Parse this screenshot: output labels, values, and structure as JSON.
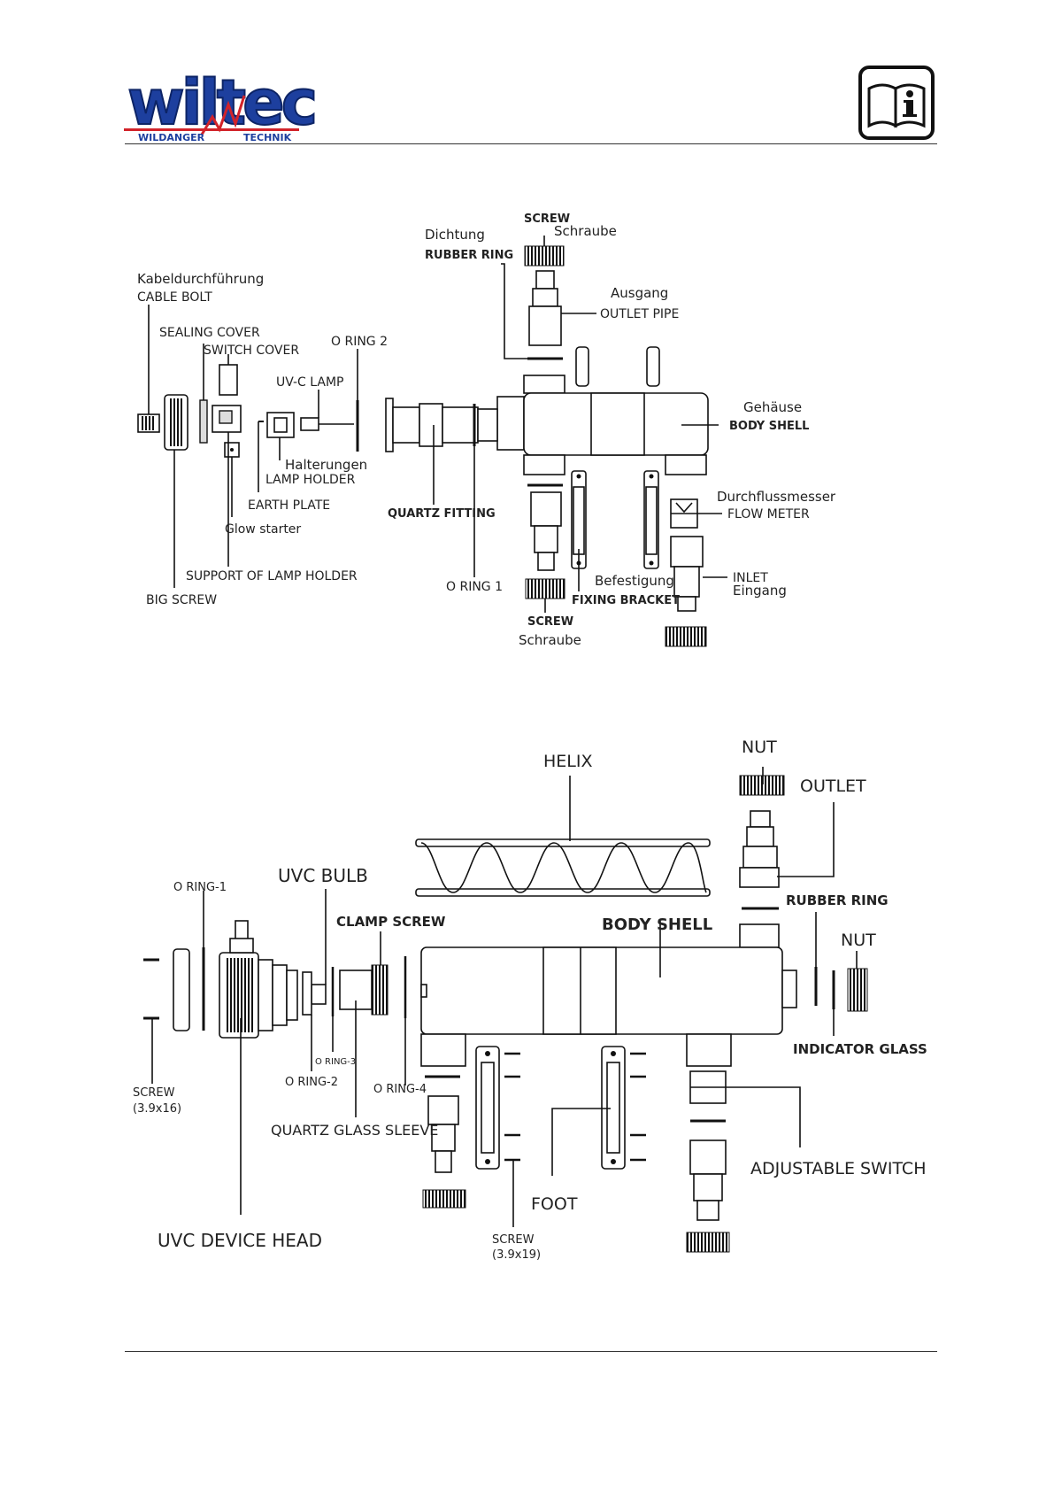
{
  "header": {
    "logo_text": "wiltec",
    "logo_left": "WILDANGER",
    "logo_right": "TECHNIK",
    "info_icon": "manual-info-icon"
  },
  "colors": {
    "logo_blue": "#1d3f9e",
    "logo_red": "#d2232a",
    "line": "#111111"
  },
  "diagram1": {
    "labels": {
      "screw_top": "SCREW",
      "schraube_top": "Schraube",
      "dichtung": "Dichtung",
      "rubber_ring": "RUBBER RING",
      "kabel": "Kabeldurchführung",
      "cable_bolt": "CABLE BOLT",
      "ausgang": "Ausgang",
      "outlet_pipe": "OUTLET PIPE",
      "sealing_cover": "SEALING COVER",
      "switch_cover": "SWITCH COVER",
      "o_ring_2": "O RING 2",
      "uvc_lamp": "UV-C LAMP",
      "gehause": "Gehäuse",
      "body_shell": "BODY SHELL",
      "halterungen": "Halterungen",
      "lamp_holder": "LAMP HOLDER",
      "durchfluss": "Durchflussmesser",
      "flow_meter": "FLOW METER",
      "earth_plate": "EARTH PLATE",
      "quartz_fitting": "QUARTZ FITTING",
      "glow_starter": "Glow starter",
      "support": "SUPPORT OF LAMP HOLDER",
      "befestigung": "Befestigung",
      "inlet": "INLET",
      "eingang": "Eingang",
      "o_ring_1": "O RING 1",
      "fixing_bracket": "FIXING BRACKET",
      "big_screw": "BIG SCREW",
      "screw_bottom": "SCREW",
      "schraube_bottom": "Schraube"
    }
  },
  "diagram2": {
    "labels": {
      "nut_top": "NUT",
      "helix": "HELIX",
      "outlet": "OUTLET",
      "uvc_bulb": "UVC BULB",
      "o_ring_1": "O RING-1",
      "rubber_ring": "RUBBER RING",
      "clamp_screw": "CLAMP SCREW",
      "body_shell": "BODY SHELL",
      "nut_right": "NUT",
      "indicator_glass": "INDICATOR GLASS",
      "o_ring_3": "O RING-3",
      "o_ring_2": "O RING-2",
      "o_ring_4": "O RING-4",
      "screw_left": "SCREW",
      "screw_left_size": "(3.9x16)",
      "quartz_sleeve": "QUARTZ GLASS SLEEVE",
      "adjustable_switch": "ADJUSTABLE SWITCH",
      "foot": "FOOT",
      "uvc_head": "UVC DEVICE HEAD",
      "screw_bottom": "SCREW",
      "screw_bottom_size": "(3.9x19)"
    }
  }
}
